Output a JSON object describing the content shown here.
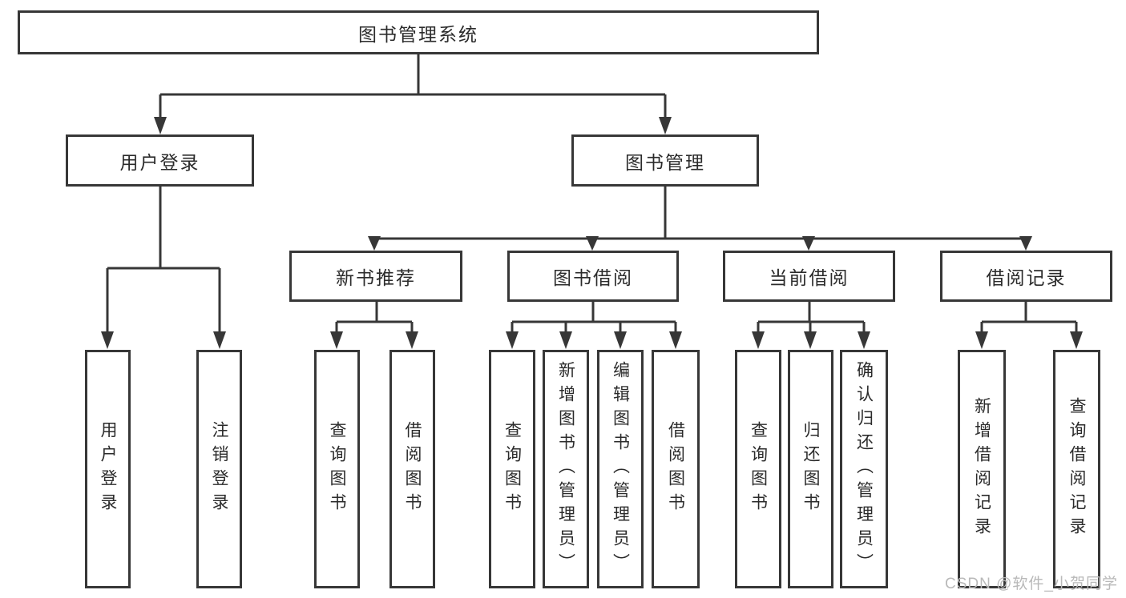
{
  "diagram": {
    "type": "hierarchy-tree",
    "colors": {
      "line": "#373737",
      "box_border": "#373737",
      "box_fill": "#ffffff",
      "text": "#2b2b2b",
      "watermark": "#b9b9b9",
      "background": "#ffffff"
    },
    "root": {
      "label": "图书管理系统"
    },
    "branches": [
      {
        "label": "用户登录",
        "children": [
          {
            "label": "用户登录"
          },
          {
            "label": "注销登录"
          }
        ]
      },
      {
        "label": "图书管理",
        "children": [
          {
            "label": "新书推荐",
            "children": [
              {
                "label": "查询图书"
              },
              {
                "label": "借阅图书"
              }
            ]
          },
          {
            "label": "图书借阅",
            "children": [
              {
                "label": "查询图书"
              },
              {
                "label": "新增图书（管理员）"
              },
              {
                "label": "编辑图书（管理员）"
              },
              {
                "label": "借阅图书"
              }
            ]
          },
          {
            "label": "当前借阅",
            "children": [
              {
                "label": "查询图书"
              },
              {
                "label": "归还图书"
              },
              {
                "label": "确认归还（管理员）"
              }
            ]
          },
          {
            "label": "借阅记录",
            "children": [
              {
                "label": "新增借阅记录"
              },
              {
                "label": "查询借阅记录"
              }
            ]
          }
        ]
      }
    ]
  },
  "watermark": {
    "text": "CSDN @软件_小贺同学"
  }
}
